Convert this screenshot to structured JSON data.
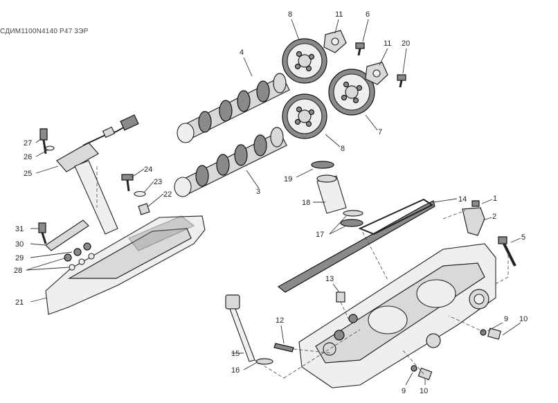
{
  "header": {
    "drawing_code": "CДИM1100N4140 P47 3ЭР"
  },
  "callouts": [
    {
      "id": "c1",
      "label": "1"
    },
    {
      "id": "c2",
      "label": "2"
    },
    {
      "id": "c3",
      "label": "3"
    },
    {
      "id": "c4",
      "label": "4"
    },
    {
      "id": "c5",
      "label": "5"
    },
    {
      "id": "c6",
      "label": "6"
    },
    {
      "id": "c7",
      "label": "7"
    },
    {
      "id": "c8a",
      "label": "8"
    },
    {
      "id": "c8b",
      "label": "8"
    },
    {
      "id": "c9a",
      "label": "9"
    },
    {
      "id": "c9b",
      "label": "9"
    },
    {
      "id": "c10a",
      "label": "10"
    },
    {
      "id": "c10b",
      "label": "10"
    },
    {
      "id": "c11a",
      "label": "11"
    },
    {
      "id": "c11b",
      "label": "11"
    },
    {
      "id": "c12",
      "label": "12"
    },
    {
      "id": "c13",
      "label": "13"
    },
    {
      "id": "c14",
      "label": "14"
    },
    {
      "id": "c15",
      "label": "15"
    },
    {
      "id": "c16",
      "label": "16"
    },
    {
      "id": "c17",
      "label": "17"
    },
    {
      "id": "c18",
      "label": "18"
    },
    {
      "id": "c19",
      "label": "19"
    },
    {
      "id": "c20",
      "label": "20"
    },
    {
      "id": "c21",
      "label": "21"
    },
    {
      "id": "c22",
      "label": "22"
    },
    {
      "id": "c23",
      "label": "23"
    },
    {
      "id": "c24",
      "label": "24"
    },
    {
      "id": "c25",
      "label": "25"
    },
    {
      "id": "c26",
      "label": "26"
    },
    {
      "id": "c27",
      "label": "27"
    },
    {
      "id": "c28",
      "label": "28"
    },
    {
      "id": "c29",
      "label": "29"
    },
    {
      "id": "c30",
      "label": "30"
    },
    {
      "id": "c31",
      "label": "31"
    }
  ]
}
